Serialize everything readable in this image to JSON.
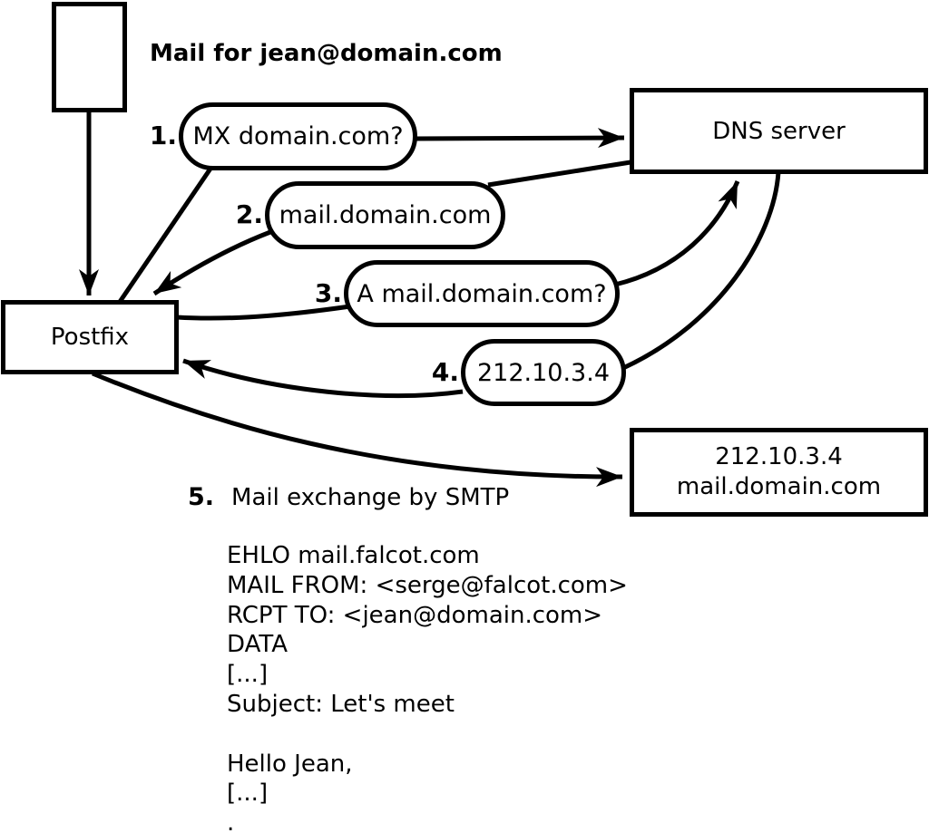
{
  "title": "Mail for jean@domain.com",
  "nodes": {
    "envelope": "",
    "postfix": "Postfix",
    "dns_server": "DNS server",
    "mail_server": {
      "line1": "212.10.3.4",
      "line2": "mail.domain.com"
    }
  },
  "steps": [
    {
      "num": "1.",
      "label": "MX domain.com?"
    },
    {
      "num": "2.",
      "label": "mail.domain.com"
    },
    {
      "num": "3.",
      "label": "A mail.domain.com?"
    },
    {
      "num": "4.",
      "label": "212.10.3.4"
    },
    {
      "num": "5.",
      "label": "Mail exchange by SMTP"
    }
  ],
  "smtp_session": {
    "lines": [
      "EHLO mail.falcot.com",
      "MAIL FROM: <serge@falcot.com>",
      "RCPT TO: <jean@domain.com>",
      "DATA",
      "[...]",
      "Subject: Let's meet",
      "",
      "Hello Jean,",
      "[...]",
      "."
    ]
  },
  "colors": {
    "line": "#000000",
    "background": "#ffffff"
  }
}
